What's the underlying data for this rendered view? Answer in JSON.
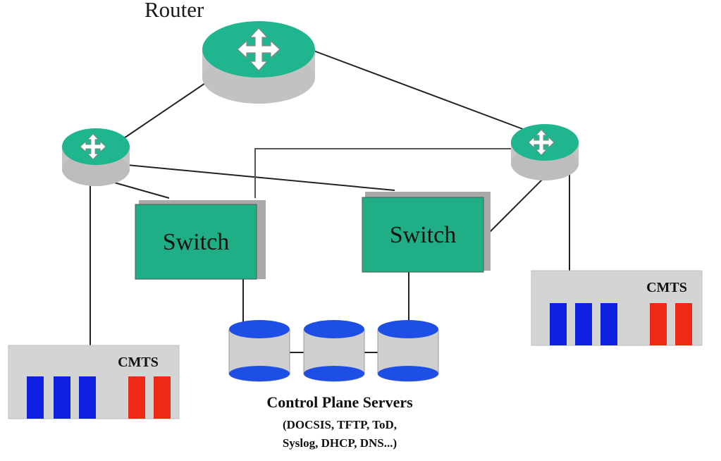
{
  "router": {
    "label": "Router"
  },
  "switches": [
    {
      "label": "Switch"
    },
    {
      "label": "Switch"
    }
  ],
  "cmts": [
    {
      "label": "CMTS"
    },
    {
      "label": "CMTS"
    }
  ],
  "servers": {
    "title": "Control Plane Servers",
    "subtitle_line1": "(DOCSIS, TFTP, ToD,",
    "subtitle_line2": "Syslog, DHCP, DNS...)"
  },
  "colors": {
    "router_top": "#1fb58f",
    "router_side": "#c7c7c7",
    "switch_fill": "#1fae86",
    "switch_shadow": "#a9a9a9",
    "cmts_fill": "#d4d4d4",
    "blue_slot": "#1020e0",
    "red_slot": "#ee2a16",
    "server_top": "#1d4fe6",
    "server_body": "#cfcfcf"
  },
  "icons": {
    "router": "router-arrows-icon",
    "server": "database-cylinder-icon"
  }
}
